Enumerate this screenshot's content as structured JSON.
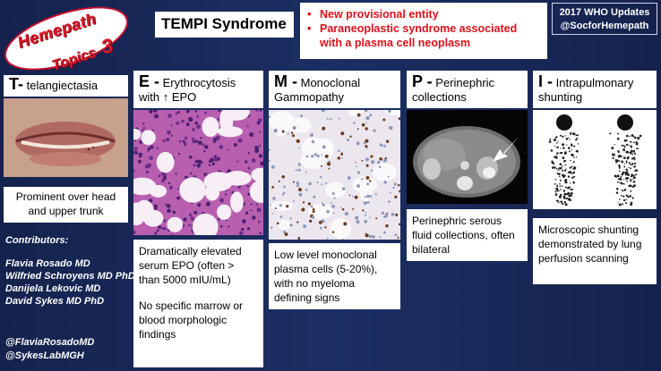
{
  "logo": {
    "line1": "Hemepath",
    "line2": "Topics",
    "number": "3"
  },
  "title": "TEMPI Syndrome",
  "bullets": [
    "New provisional entity",
    "Paraneoplastic syndrome associated with a plasma cell neoplasm"
  ],
  "who_update": {
    "line1": "2017 WHO Updates",
    "line2": "@SocforHemepath"
  },
  "panels": {
    "t": {
      "letter": "T-",
      "header": " telangiectasia",
      "caption": "Prominent over head and upper trunk"
    },
    "e": {
      "letter": "E -",
      "header": " Erythrocytosis with ↑ EPO",
      "caption1": "Dramatically elevated serum EPO (often > than 5000 mIU/mL)",
      "caption2": "No specific marrow or blood morphologic findings"
    },
    "m": {
      "letter": "M -",
      "header": " Monoclonal Gammopathy",
      "caption": "Low level monoclonal plasma cells (5-20%), with no myeloma defining signs"
    },
    "p": {
      "letter": "P -",
      "header": " Perinephric collections",
      "caption": "Perinephric serous fluid collections, often bilateral"
    },
    "i": {
      "letter": "I -",
      "header": " Intrapulmonary shunting",
      "caption": "Microscopic shunting demonstrated by lung perfusion scanning"
    }
  },
  "contributors": {
    "heading": "Contributors:",
    "names": [
      "Flavia Rosado MD",
      "Wilfried Schroyens MD PhD",
      "Danijela Lekovic MD",
      "David Sykes MD PhD"
    ]
  },
  "handles": [
    "@FlaviaRosadoMD",
    "@SykesLabMGH"
  ],
  "colors": {
    "background": "#15224d",
    "accent_red": "#e0101a",
    "logo_red": "#d91a2a"
  }
}
